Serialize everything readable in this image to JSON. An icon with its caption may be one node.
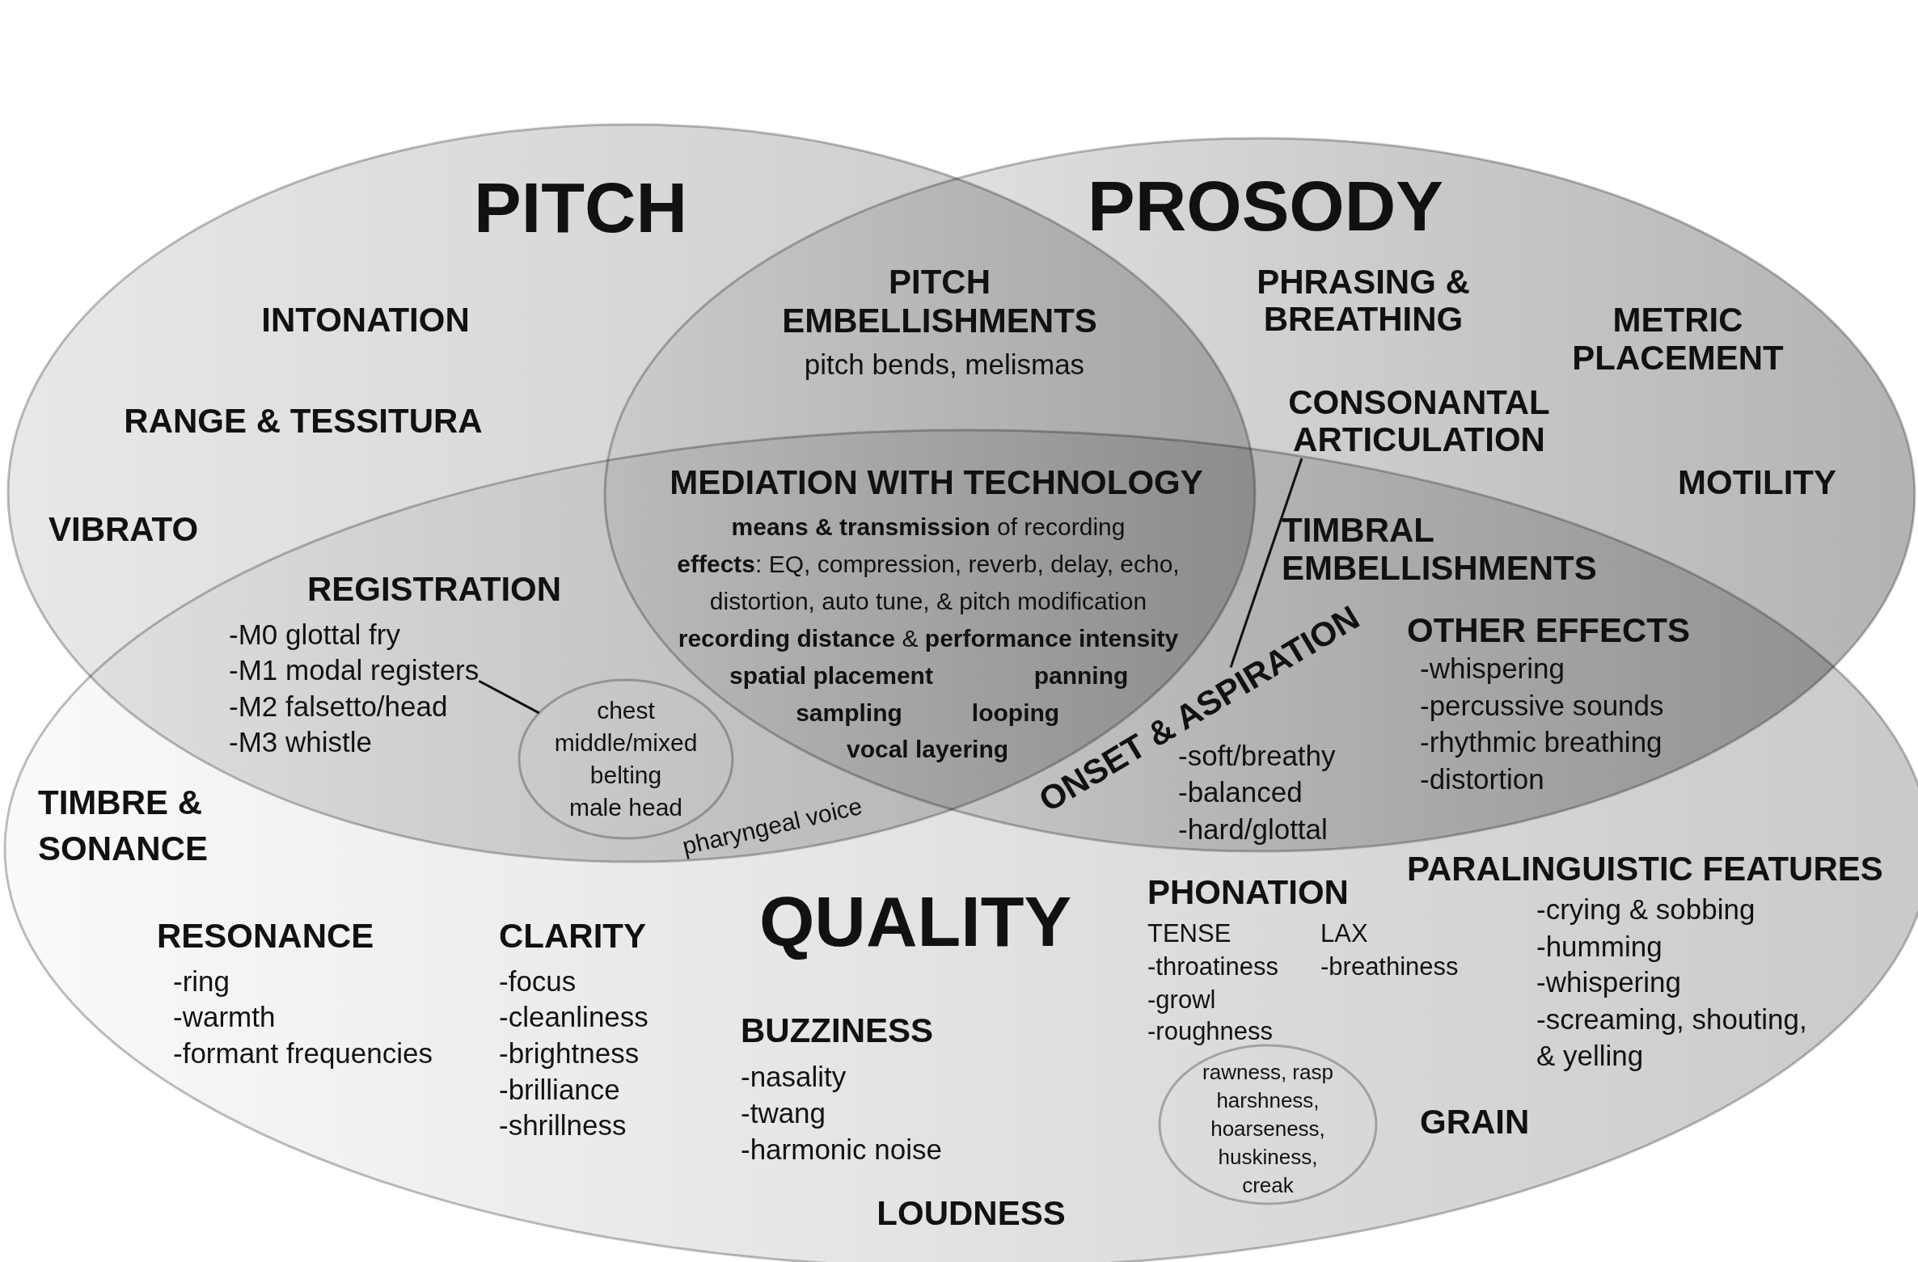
{
  "diagram": {
    "nodes": [
      {
        "text": [
          "PITCH",
          "INTONATION",
          "RANGE & TESSITURA",
          "VIBRATO"
        ]
      },
      {
        "text": [
          "PROSODY",
          "PHRASING & BREATHING",
          "METRIC PLACEMENT",
          "MOTILITY"
        ]
      },
      {
        "text": [
          "CONSONANTAL ARTICULATION"
        ],
        "in": 1
      },
      {
        "text": [
          "QUALITY",
          "TIMBRE & SONANCE",
          "RESONANCE",
          "-ring",
          "-warmth",
          "-formant frequencies",
          "CLARITY",
          "-focus",
          "-cleanliness",
          "-brightness",
          "-brilliance",
          "-shrillness",
          "BUZZINESS",
          "-nasality",
          "-twang",
          "-harmonic noise",
          "LOUDNESS",
          "PHONATION",
          "TENSE",
          "-throatiness",
          "-growl",
          "-roughness",
          "LAX",
          "-breathiness",
          "PARALINGUISTIC FEATURES",
          "-crying & sobbing",
          "-humming",
          "-whispering",
          "-screaming, shouting, & yelling",
          "GRAIN"
        ]
      },
      {
        "text": [
          "-M1 modal registers"
        ]
      },
      {
        "text": [
          "chest",
          "middle/mixed",
          "belting",
          "male head"
        ]
      },
      {
        "text": [
          "ONSET & ASPIRATION"
        ]
      },
      {
        "text": [
          "rawness, rasp harshness, hoarseness, huskiness, creak"
        ],
        "in": 3
      }
    ],
    "edges": [
      {
        "from": 4,
        "to": 5,
        "arrow": "none"
      },
      {
        "from": 2,
        "to": 6,
        "arrow": "none"
      }
    ],
    "labels": [
      "PITCH EMBELLISHMENTS",
      "pitch bends, melismas",
      "MEDIATION WITH TECHNOLOGY",
      "**means & transmission** of recording",
      "**effects**: EQ, compression, reverb, delay, echo, distortion, auto tune, & pitch modification",
      "**recording distance** & **performance intensity**",
      "spatial placement",
      "panning",
      "sampling",
      "looping",
      "vocal layering",
      "REGISTRATION",
      "-M0 glottal fry",
      "-M2 falsetto/head",
      "-M3 whistle",
      "pharyngeal voice",
      "TIMBRAL EMBELLISHMENTS",
      "OTHER EFFECTS",
      "-whispering",
      "-percussive sounds",
      "-rhythmic breathing",
      "-distortion",
      "-soft/breathy",
      "-balanced",
      "-hard/glottal"
    ]
  }
}
